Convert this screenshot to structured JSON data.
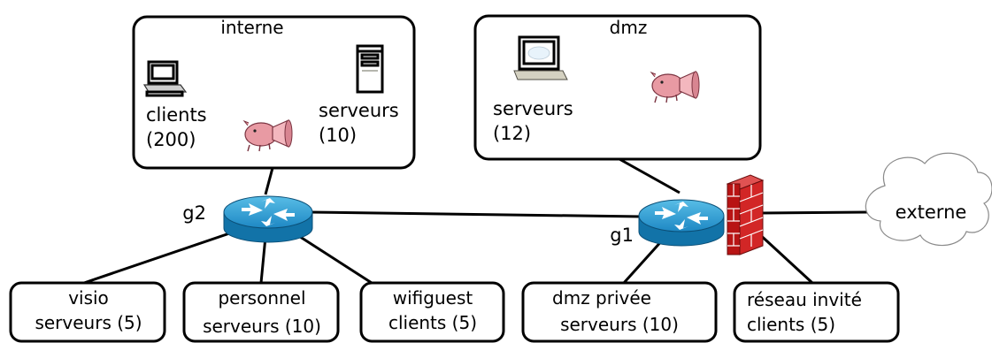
{
  "zones": {
    "interne": {
      "title": "interne",
      "clients_label": "clients",
      "clients_count": "(200)",
      "servers_label": "serveurs",
      "servers_count": "(10)"
    },
    "dmz": {
      "title": "dmz",
      "servers_label": "serveurs",
      "servers_count": "(12)"
    }
  },
  "routers": {
    "g2": "g2",
    "g1": "g1"
  },
  "external": "externe",
  "subnets": [
    {
      "line1": "visio",
      "line2": "serveurs (5)"
    },
    {
      "line1": "personnel",
      "line2": "serveurs (10)"
    },
    {
      "line1": "wifiguest",
      "line2": "clients (5)"
    },
    {
      "line1": "dmz privée",
      "line2": "serveurs (10)"
    },
    {
      "line1": "réseau invité",
      "line2": "clients (5)"
    }
  ],
  "colors": {
    "router_top": "#3fa7d6",
    "router_side": "#1273a8",
    "firewall": "#cc1f1f",
    "brick_mortar": "#ffffff",
    "pig": "#e89aa3"
  }
}
